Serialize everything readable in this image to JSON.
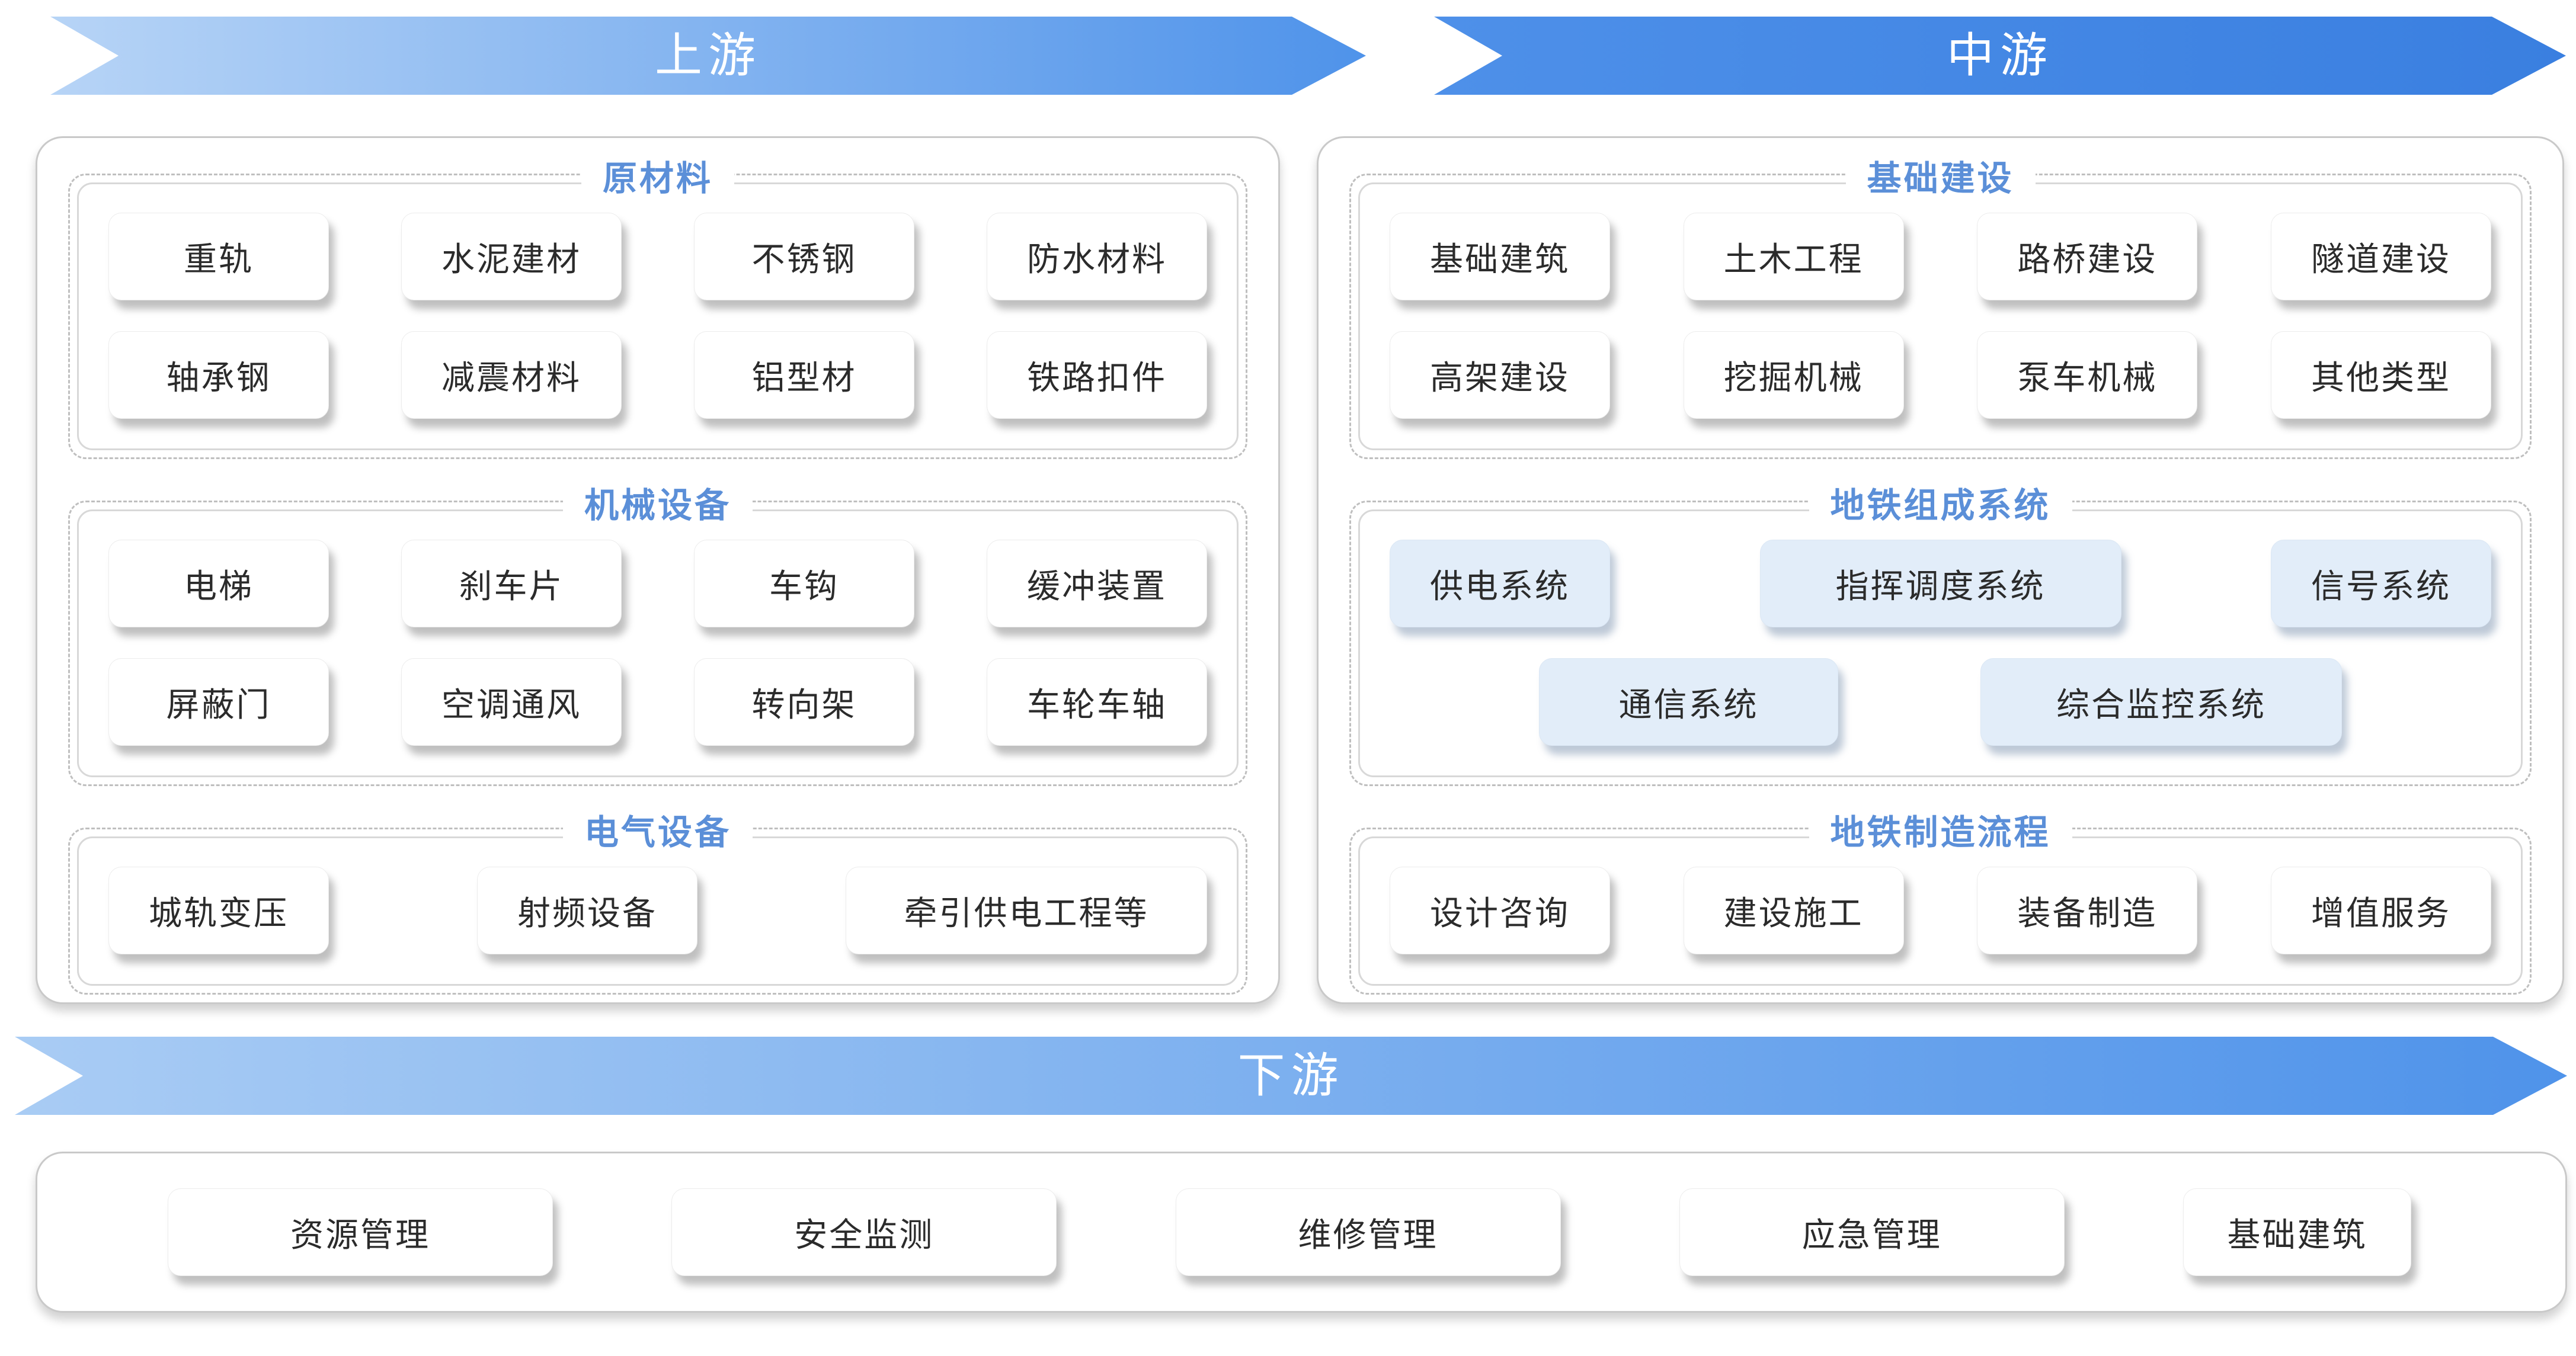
{
  "banners": {
    "upstream": "上游",
    "midstream": "中游",
    "downstream": "下游"
  },
  "upstream": {
    "groups": [
      {
        "title": "原材料",
        "rows": [
          [
            "重轨",
            "水泥建材",
            "不锈钢",
            "防水材料"
          ],
          [
            "轴承钢",
            "减震材料",
            "铝型材",
            "铁路扣件"
          ]
        ]
      },
      {
        "title": "机械设备",
        "rows": [
          [
            "电梯",
            "刹车片",
            "车钩",
            "缓冲装置"
          ],
          [
            "屏蔽门",
            "空调通风",
            "转向架",
            "车轮车轴"
          ]
        ]
      },
      {
        "title": "电气设备",
        "rows": [
          [
            "城轨变压",
            "射频设备",
            "牵引供电工程等"
          ]
        ]
      }
    ]
  },
  "midstream": {
    "groups": [
      {
        "title": "基础建设",
        "rows": [
          [
            "基础建筑",
            "土木工程",
            "路桥建设",
            "隧道建设"
          ],
          [
            "高架建设",
            "挖掘机械",
            "泵车机械",
            "其他类型"
          ]
        ]
      },
      {
        "title": "地铁组成系统",
        "rows": [
          [
            "供电系统",
            "指挥调度系统",
            "信号系统"
          ],
          [
            "通信系统",
            "综合监控系统"
          ]
        ]
      },
      {
        "title": "地铁制造流程",
        "rows": [
          [
            "设计咨询",
            "建设施工",
            "装备制造",
            "增值服务"
          ]
        ]
      }
    ]
  },
  "downstream": {
    "items": [
      "资源管理",
      "安全监测",
      "维修管理",
      "应急管理",
      "基础建筑"
    ]
  },
  "colors": {
    "banner-up-light": "#b7d4f6",
    "banner-up-dark": "#4f93ea",
    "banner-mid-light": "#4e90e9",
    "banner-mid-dark": "#3a7fe0",
    "banner-down-light": "#a9ccf4",
    "banner-down-dark": "#4f93ea",
    "group-title": "#5b8fd8",
    "highlight-box": "#e2edf9",
    "banner-text": "#ffffff"
  }
}
